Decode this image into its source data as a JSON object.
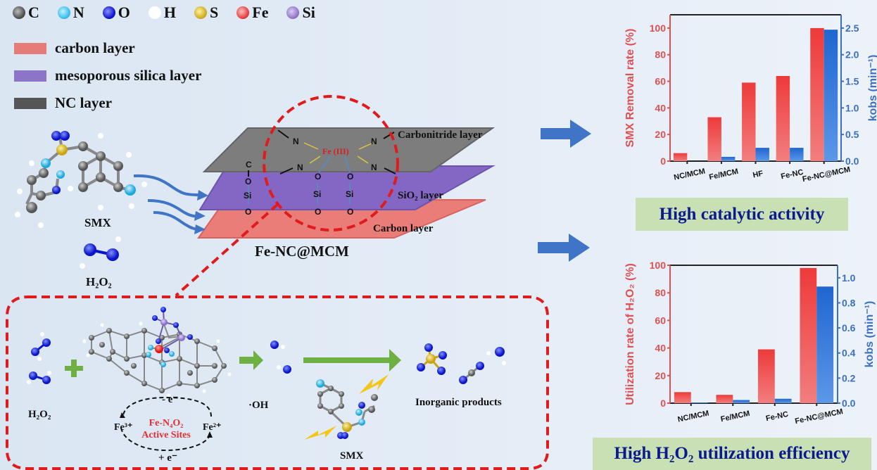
{
  "atom_legend": [
    {
      "symbol": "C",
      "color": "#555555"
    },
    {
      "symbol": "N",
      "color": "#2ab8ea"
    },
    {
      "symbol": "O",
      "color": "#0a14c8"
    },
    {
      "symbol": "H",
      "color": "#ffffff"
    },
    {
      "symbol": "S",
      "color": "#c9a514"
    },
    {
      "symbol": "Fe",
      "color": "#e33232"
    },
    {
      "symbol": "Si",
      "color": "#8a6cc4"
    }
  ],
  "layer_legend": [
    {
      "label": "carbon layer",
      "color": "#e57c78"
    },
    {
      "label": "mesoporous silica layer",
      "color": "#8c74c8"
    },
    {
      "label": "NC layer",
      "color": "#555555"
    }
  ],
  "structure": {
    "title": "Fe-NC@MCM",
    "layers": {
      "top": "Carbonitride layer",
      "middle": "SiO₂ layer",
      "bottom": "Carbon layer"
    },
    "center_atom": "Fe (III)",
    "atoms": {
      "n": "N",
      "o": "O",
      "si": "Si",
      "c": "C"
    }
  },
  "reactants": {
    "smx_label": "SMX",
    "h2o2_label": "H₂O₂"
  },
  "mechanism": {
    "h2o2_label": "H₂O₂",
    "active_sites_line1": "Fe-N₄O₂",
    "active_sites_line2": "Active Sites",
    "fe3": "Fe³⁺",
    "fe2": "Fe²⁺",
    "minus_e": "- e⁻",
    "plus_e": "+ e⁻",
    "oh_label": "·OH",
    "smx_label": "SMX",
    "products_label": "Inorganic products"
  },
  "banners": {
    "top": "High catalytic activity",
    "bottom": "High H₂O₂ utilization efficiency"
  },
  "colors": {
    "red_bar": "#ee3a3a",
    "blue_bar": "#1f66d0",
    "dashed_red": "#e01b1b",
    "arrow_blue": "#3f74c6",
    "arrow_green": "#6fb043"
  },
  "chart_data": [
    {
      "type": "bar",
      "title": "",
      "categories": [
        "NC/MCM",
        "Fe/MCM",
        "HF",
        "Fe-NC",
        "Fe-NC@MCM"
      ],
      "series": [
        {
          "name": "SMX Removal rate (%)",
          "axis": "left",
          "values": [
            6,
            33,
            59,
            64,
            100
          ]
        },
        {
          "name": "kobs (min-1)",
          "axis": "right",
          "values": [
            0.0,
            0.08,
            0.25,
            0.25,
            2.47
          ]
        }
      ],
      "ylabel": "SMX Removal rate (%)",
      "y2label": "kobs (min⁻¹)",
      "ylim": [
        0,
        110
      ],
      "y2lim": [
        0,
        2.75
      ],
      "yticks": [
        0,
        20,
        40,
        60,
        80,
        100
      ],
      "y2ticks": [
        "0.0",
        "0.5",
        "1.0",
        "1.5",
        "2.0",
        "2.5"
      ],
      "grid": false
    },
    {
      "type": "bar",
      "title": "",
      "categories": [
        "NC/MCM",
        "Fe/MCM",
        "Fe-NC",
        "Fe-NC@MCM"
      ],
      "series": [
        {
          "name": "Utilization rate of H2O2 (%)",
          "axis": "left",
          "values": [
            8,
            6,
            39,
            98
          ]
        },
        {
          "name": "kobs (min-1)",
          "axis": "right",
          "values": [
            0.005,
            0.025,
            0.035,
            0.93
          ]
        }
      ],
      "ylabel": "Utilization rate of H₂O₂ (%)",
      "y2label": "kobs (min⁻¹)",
      "ylim": [
        0,
        100
      ],
      "y2lim": [
        0,
        1.1
      ],
      "yticks": [
        0,
        20,
        40,
        60,
        80,
        100
      ],
      "y2ticks": [
        "0.0",
        "0.2",
        "0.4",
        "0.6",
        "0.8",
        "1.0"
      ],
      "grid": false
    }
  ]
}
